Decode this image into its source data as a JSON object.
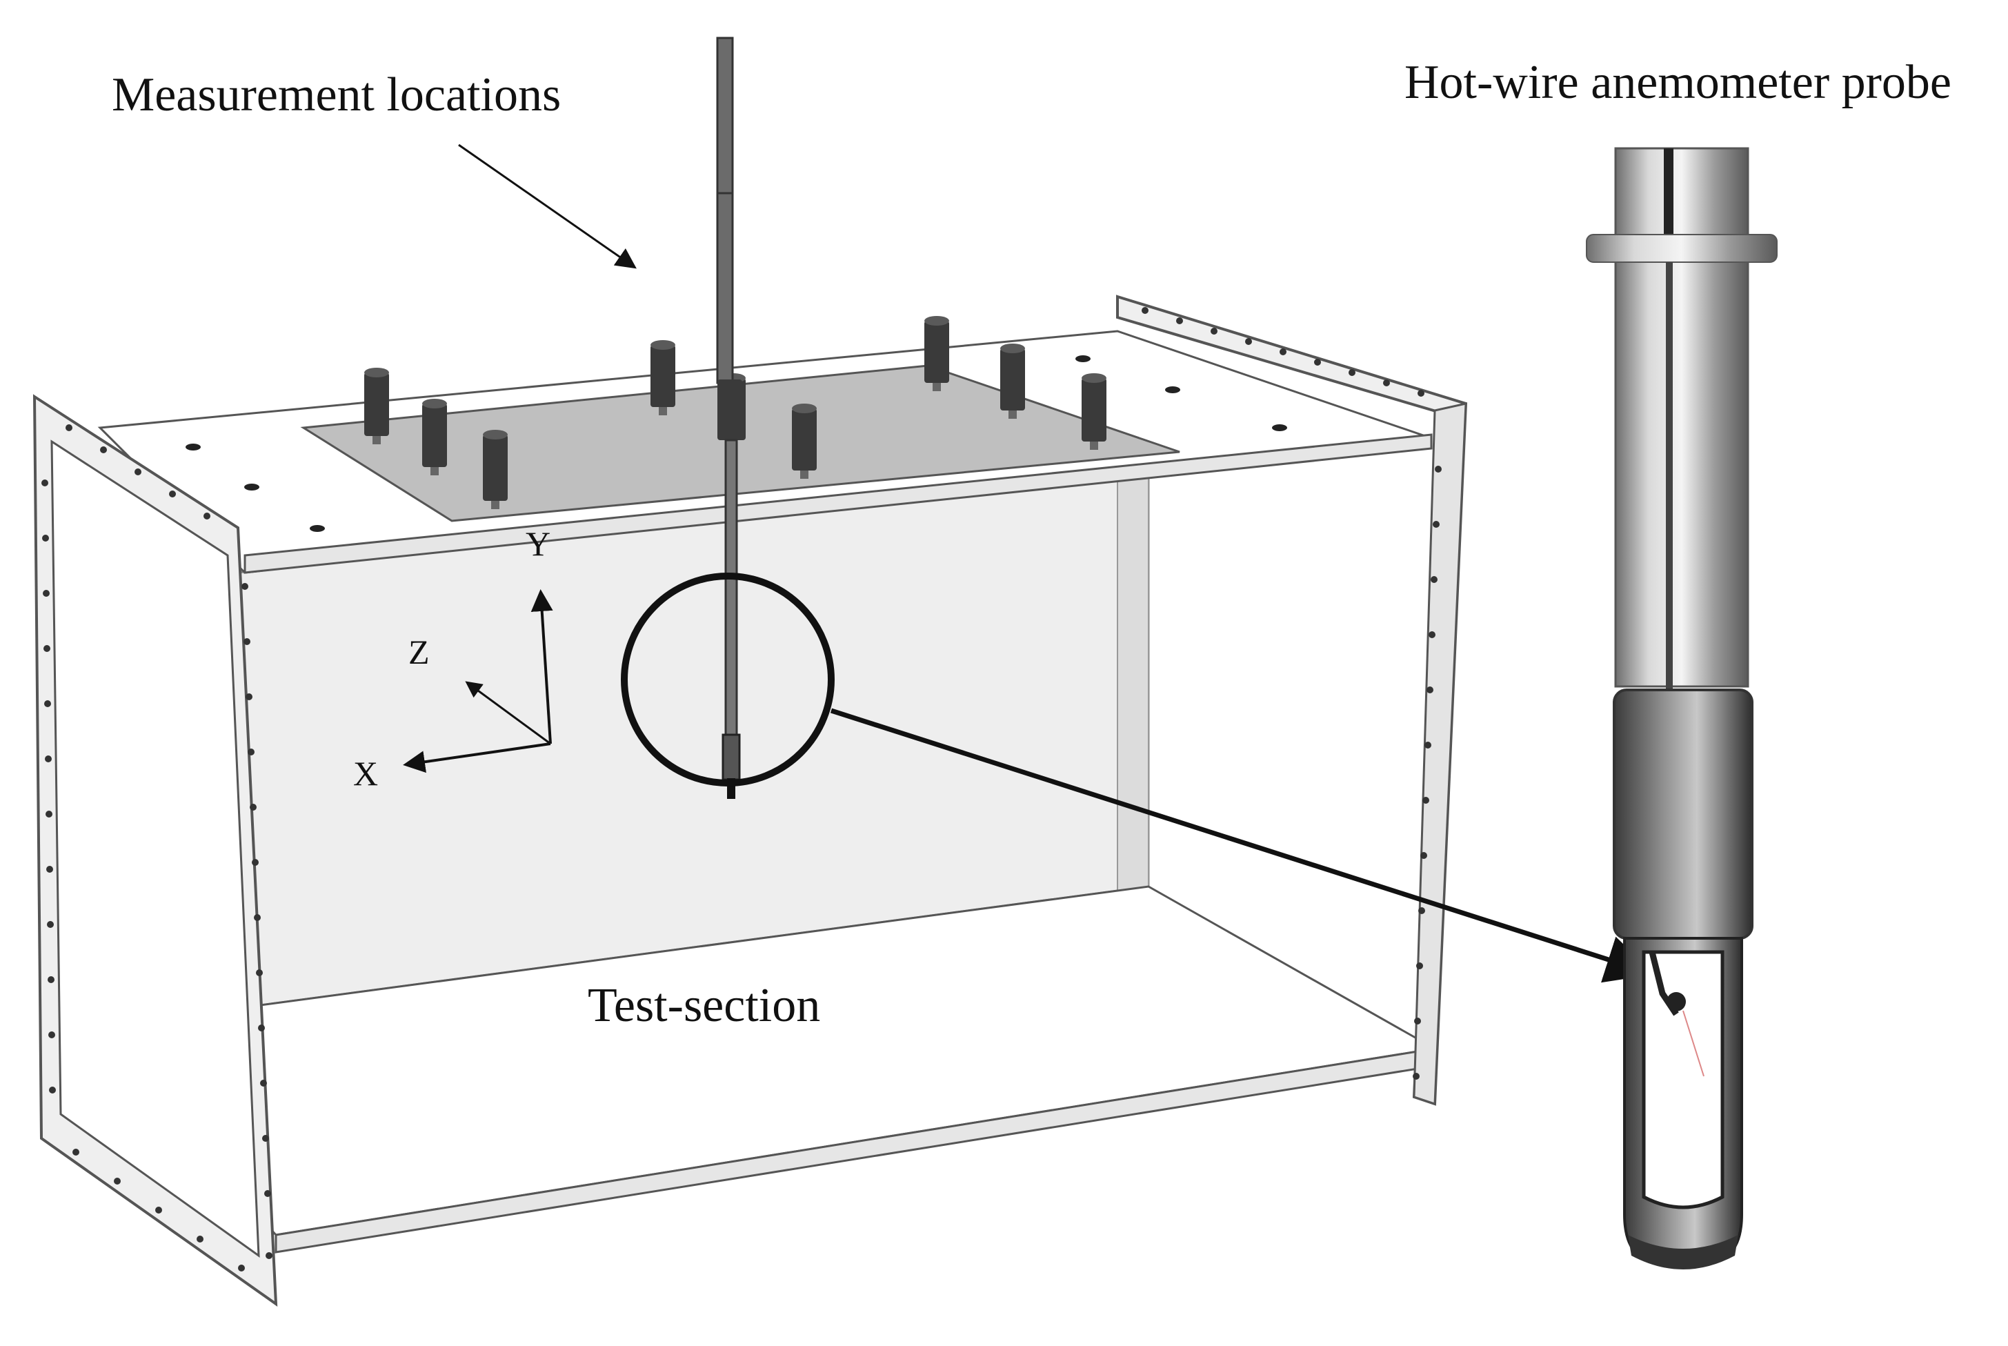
{
  "labels": {
    "measurement": "Measurement locations",
    "probe": "Hot-wire anemometer probe",
    "test_section": "Test-section"
  },
  "axes": {
    "x": "X",
    "y": "Y",
    "z": "Z"
  },
  "colors": {
    "frame": "#efefef",
    "frame_edge": "#555555",
    "back_panel": "#eeeeee",
    "plate": "#b4b4b4",
    "stud": "#3a3a3a",
    "probe_metal": "#a8a8a8",
    "ink": "#111111"
  }
}
